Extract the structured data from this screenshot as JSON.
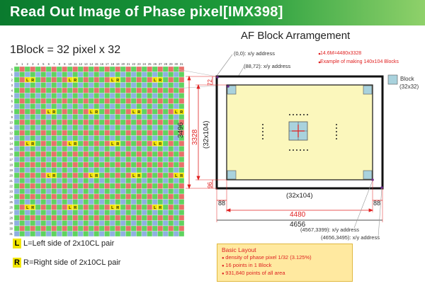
{
  "title": "Read Out Image of Phase pixel[IMX398]",
  "block_label": "1Block = 32 pixel x 32",
  "grid": {
    "column_numbers": [
      "0",
      "1",
      "2",
      "3",
      "4",
      "5",
      "6",
      "7",
      "8",
      "9",
      "10",
      "11",
      "12",
      "13",
      "14",
      "15",
      "16",
      "17",
      "18",
      "19",
      "20",
      "21",
      "22",
      "23",
      "24",
      "25",
      "26",
      "27",
      "28",
      "29",
      "30",
      "31"
    ],
    "row_numbers": [
      "0",
      "1",
      "2",
      "3",
      "4",
      "5",
      "6",
      "7",
      "8",
      "9",
      "10",
      "11",
      "12",
      "13",
      "14",
      "15",
      "16",
      "17",
      "18",
      "19",
      "20",
      "21",
      "22",
      "23",
      "24",
      "25",
      "26",
      "27",
      "28",
      "29",
      "30",
      "31"
    ],
    "pd_letter_left": "L",
    "pd_letter_right": "R",
    "colors": {
      "green": "#5fd35f",
      "red": "#e8706a",
      "blue": "#8fb0e0",
      "pd": "#f2e600"
    }
  },
  "legend": {
    "l_letter": "L",
    "l_text": "L=Left side of 2x10CL pair",
    "r_letter": "R",
    "r_text": "R=Right side of 2x10CL pair"
  },
  "af": {
    "title": "AF Block Arramgement",
    "addr_00": "(0,0): x/y address",
    "addr_8872": "(88,72): x/y address",
    "note1": "14.6M=4480x3328",
    "note2": "Example of making 140x104 Blocks",
    "block_legend_1": "Block",
    "block_legend_2": "(32x32)",
    "dim_3496": "3496",
    "dim_3328": "3328",
    "dim_32x104_v": "(32x104)",
    "dim_72": "72",
    "dim_96": "96",
    "dim_88_l": "88",
    "dim_88_r": "88",
    "dim_32x104_h": "(32x104)",
    "dim_4480": "4480",
    "dim_4656": "4656",
    "addr_4567": "(4567,3399): x/y address",
    "addr_4656": "(4656,3495): x/y address"
  },
  "basic_layout": {
    "heading": "Basic Layout",
    "items": [
      "density of phase pixel 1/32 (3.125%)",
      "16  points in 1 Block",
      "931,840 points of all area"
    ]
  },
  "colors": {
    "title_green": "#0a7a2e",
    "note_red": "#e02020",
    "dim_red": "#e02020",
    "yellow_area": "#fbf7bc",
    "block_blue": "#a9d2dd"
  }
}
